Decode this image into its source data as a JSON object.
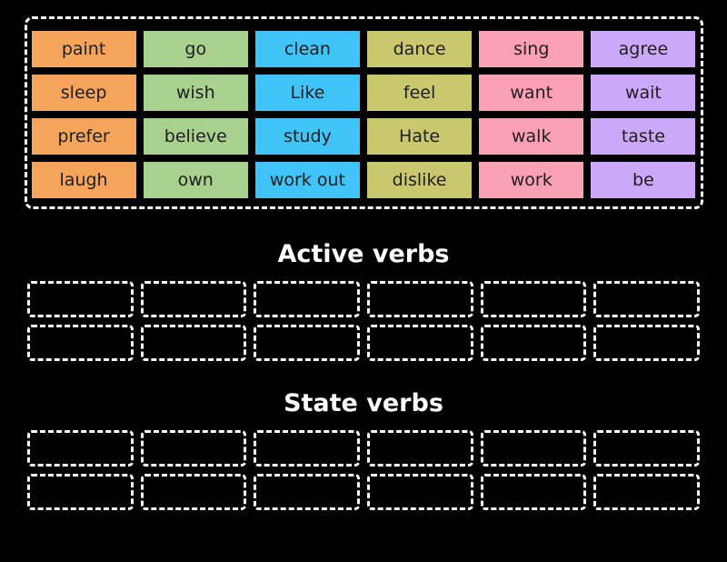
{
  "colors": {
    "background": "#000000",
    "outline_white": "#ffffff",
    "tile_border": "#000000",
    "tile_text": "#1e1e1e",
    "heading_text": "#ffffff",
    "palette": {
      "orange": "#F5A45C",
      "green": "#A8D18F",
      "blue": "#40C4F7",
      "khaki": "#C9C86F",
      "pink": "#FAA0B4",
      "purple": "#CCA9F8"
    }
  },
  "word_bank": {
    "rows": 4,
    "cols": 6,
    "tiles": [
      {
        "label": "paint",
        "color": "#F5A45C"
      },
      {
        "label": "go",
        "color": "#A8D18F"
      },
      {
        "label": "clean",
        "color": "#40C4F7"
      },
      {
        "label": "dance",
        "color": "#C9C86F"
      },
      {
        "label": "sing",
        "color": "#FAA0B4"
      },
      {
        "label": "agree",
        "color": "#CCA9F8"
      },
      {
        "label": "sleep",
        "color": "#F5A45C"
      },
      {
        "label": "wish",
        "color": "#A8D18F"
      },
      {
        "label": "Like",
        "color": "#40C4F7"
      },
      {
        "label": "feel",
        "color": "#C9C86F"
      },
      {
        "label": "want",
        "color": "#FAA0B4"
      },
      {
        "label": "wait",
        "color": "#CCA9F8"
      },
      {
        "label": "prefer",
        "color": "#F5A45C"
      },
      {
        "label": "believe",
        "color": "#A8D18F"
      },
      {
        "label": "study",
        "color": "#40C4F7"
      },
      {
        "label": "Hate",
        "color": "#C9C86F"
      },
      {
        "label": "walk",
        "color": "#FAA0B4"
      },
      {
        "label": "taste",
        "color": "#CCA9F8"
      },
      {
        "label": "laugh",
        "color": "#F5A45C"
      },
      {
        "label": "own",
        "color": "#A8D18F"
      },
      {
        "label": "work out",
        "color": "#40C4F7"
      },
      {
        "label": "dislike",
        "color": "#C9C86F"
      },
      {
        "label": "work",
        "color": "#FAA0B4"
      },
      {
        "label": "be",
        "color": "#CCA9F8"
      }
    ]
  },
  "groups": [
    {
      "title": "Active verbs",
      "slot_count": 12,
      "slot_cols": 6,
      "slot_rows": 2
    },
    {
      "title": "State verbs",
      "slot_count": 12,
      "slot_cols": 6,
      "slot_rows": 2
    }
  ]
}
